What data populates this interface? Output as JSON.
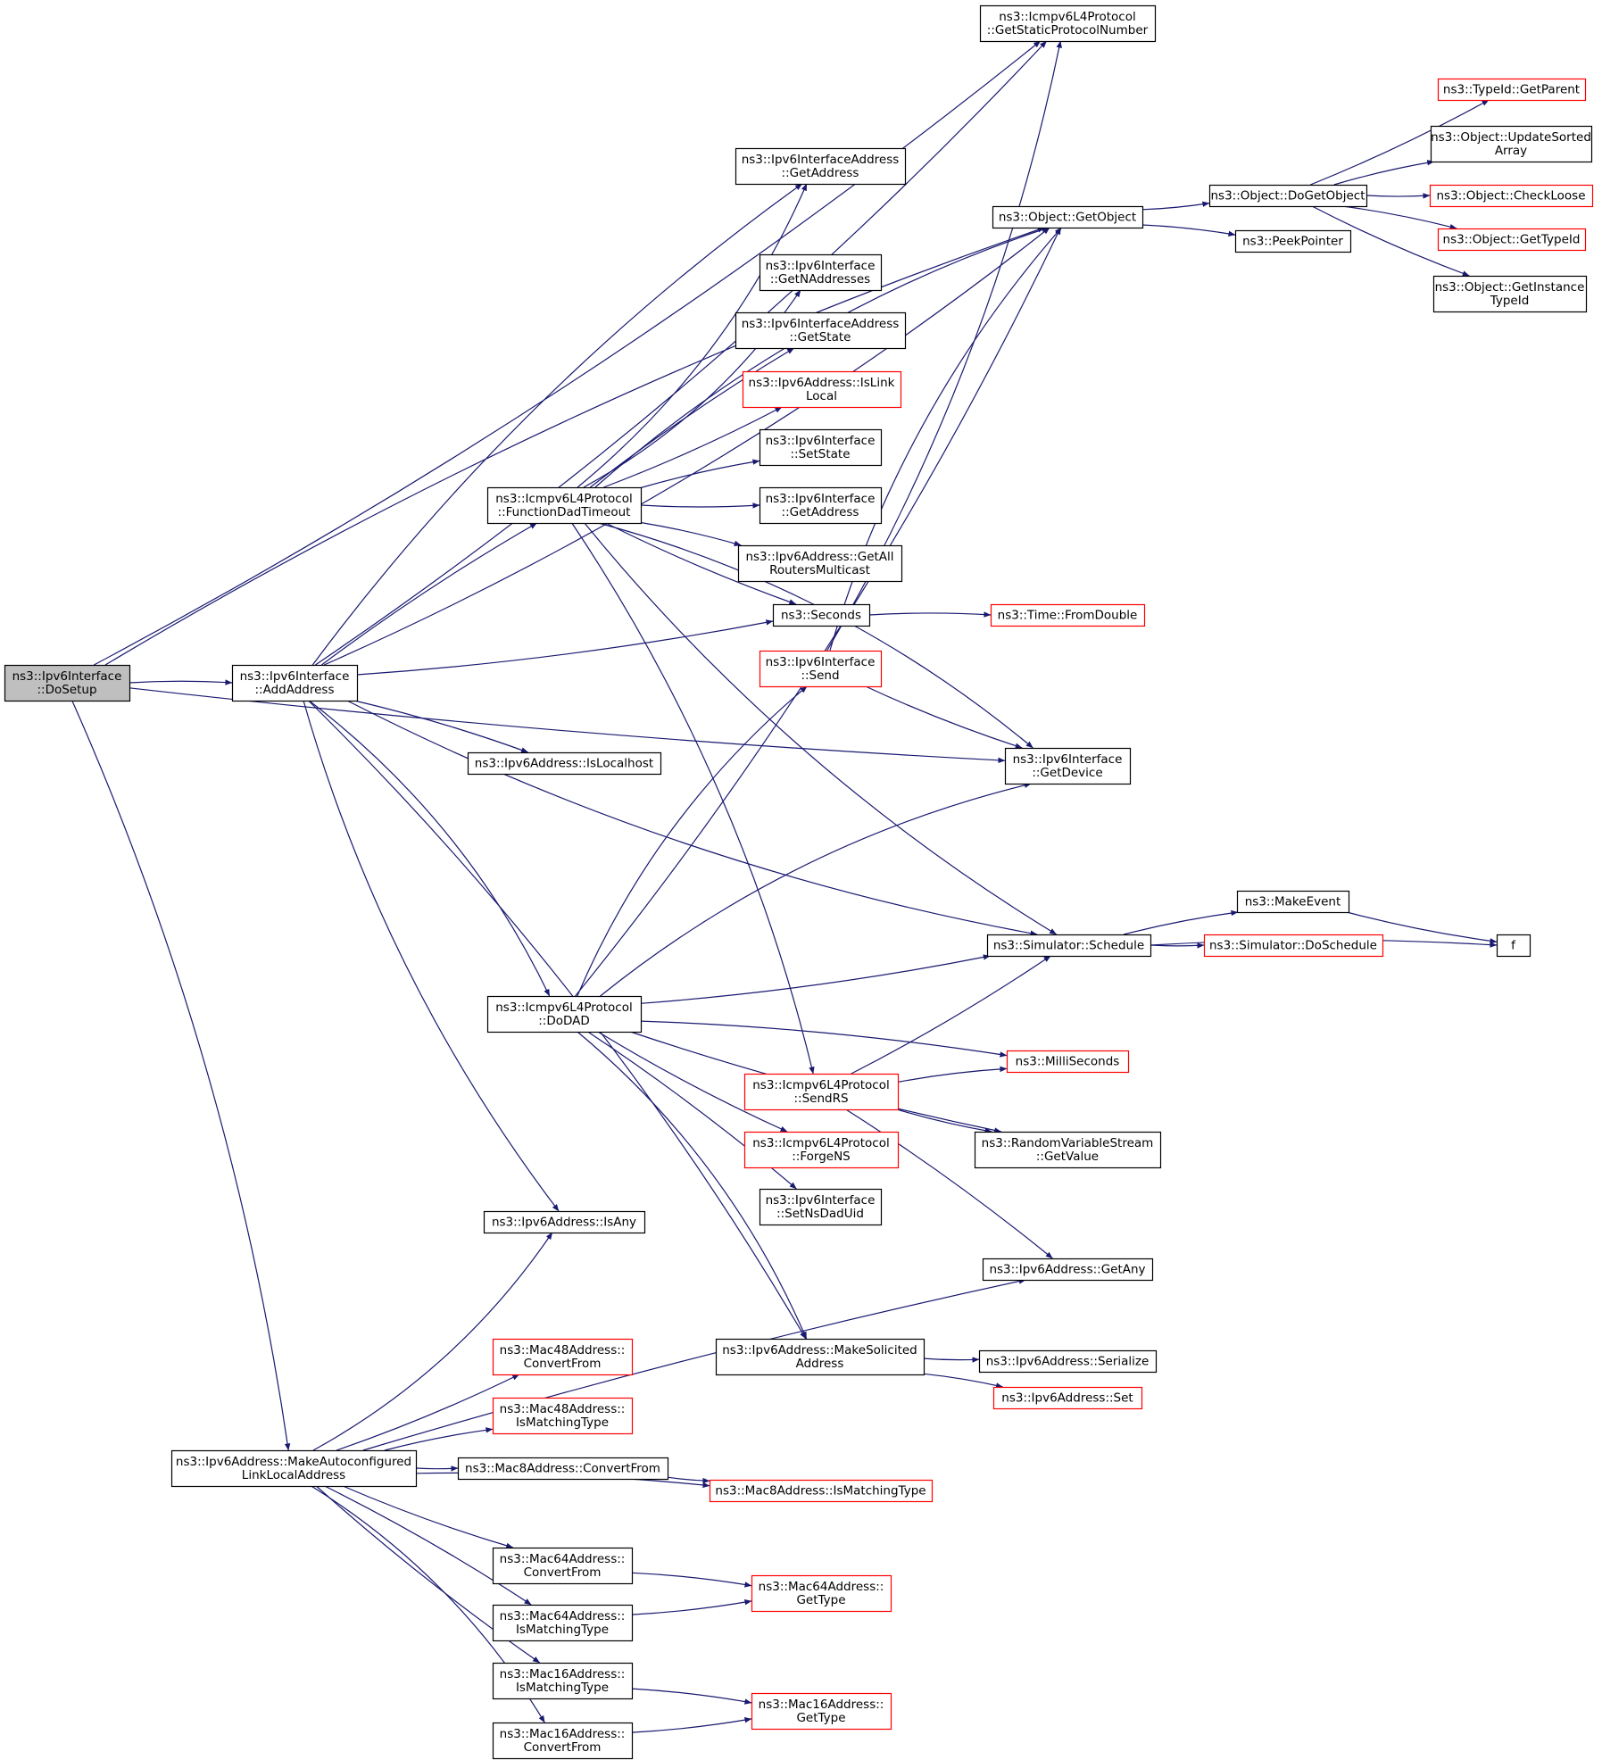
{
  "colors": {
    "edge": "#191970",
    "box_border": "#000000",
    "box_border_incomplete": "#ff0000",
    "root_fill": "#bfbfbf",
    "box_fill": "#ffffff",
    "text": "#000000"
  },
  "graph": {
    "nodes": [
      {
        "id": "dosetup",
        "lines": [
          "ns3::Ipv6Interface",
          "::DoSetup"
        ],
        "root": true,
        "incomplete": false
      },
      {
        "id": "addaddress",
        "lines": [
          "ns3::Ipv6Interface",
          "::AddAddress"
        ],
        "root": false,
        "incomplete": false
      },
      {
        "id": "getstaticproto",
        "lines": [
          "ns3::Icmpv6L4Protocol",
          "::GetStaticProtocolNumber"
        ],
        "root": false,
        "incomplete": false
      },
      {
        "id": "ifaddr_getaddress",
        "lines": [
          "ns3::Ipv6InterfaceAddress",
          "::GetAddress"
        ],
        "root": false,
        "incomplete": false
      },
      {
        "id": "getobject",
        "lines": [
          "ns3::Object::GetObject"
        ],
        "root": false,
        "incomplete": false
      },
      {
        "id": "dogetobject",
        "lines": [
          "ns3::Object::DoGetObject"
        ],
        "root": false,
        "incomplete": false
      },
      {
        "id": "getparent",
        "lines": [
          "ns3::TypeId::GetParent"
        ],
        "root": false,
        "incomplete": true
      },
      {
        "id": "updatesorted",
        "lines": [
          "ns3::Object::UpdateSorted",
          "Array"
        ],
        "root": false,
        "incomplete": false
      },
      {
        "id": "checkloose",
        "lines": [
          "ns3::Object::CheckLoose"
        ],
        "root": false,
        "incomplete": true
      },
      {
        "id": "gettypeid",
        "lines": [
          "ns3::Object::GetTypeId"
        ],
        "root": false,
        "incomplete": true
      },
      {
        "id": "getinstancetypeid",
        "lines": [
          "ns3::Object::GetInstance",
          "TypeId"
        ],
        "root": false,
        "incomplete": false
      },
      {
        "id": "peekpointer",
        "lines": [
          "ns3::PeekPointer"
        ],
        "root": false,
        "incomplete": false
      },
      {
        "id": "getnaddresses",
        "lines": [
          "ns3::Ipv6Interface",
          "::GetNAddresses"
        ],
        "root": false,
        "incomplete": false
      },
      {
        "id": "ifaddr_getstate",
        "lines": [
          "ns3::Ipv6InterfaceAddress",
          "::GetState"
        ],
        "root": false,
        "incomplete": false
      },
      {
        "id": "islinklocal",
        "lines": [
          "ns3::Ipv6Address::IsLink",
          "Local"
        ],
        "root": false,
        "incomplete": true
      },
      {
        "id": "setstate",
        "lines": [
          "ns3::Ipv6Interface",
          "::SetState"
        ],
        "root": false,
        "incomplete": false
      },
      {
        "id": "if_getaddress",
        "lines": [
          "ns3::Ipv6Interface",
          "::GetAddress"
        ],
        "root": false,
        "incomplete": false
      },
      {
        "id": "functiondad",
        "lines": [
          "ns3::Icmpv6L4Protocol",
          "::FunctionDadTimeout"
        ],
        "root": false,
        "incomplete": false
      },
      {
        "id": "getallrouters",
        "lines": [
          "ns3::Ipv6Address::GetAll",
          "RoutersMulticast"
        ],
        "root": false,
        "incomplete": false
      },
      {
        "id": "seconds",
        "lines": [
          "ns3::Seconds"
        ],
        "root": false,
        "incomplete": false
      },
      {
        "id": "fromdouble",
        "lines": [
          "ns3::Time::FromDouble"
        ],
        "root": false,
        "incomplete": true
      },
      {
        "id": "send",
        "lines": [
          "ns3::Ipv6Interface",
          "::Send"
        ],
        "root": false,
        "incomplete": true
      },
      {
        "id": "islocalhost",
        "lines": [
          "ns3::Ipv6Address::IsLocalhost"
        ],
        "root": false,
        "incomplete": false
      },
      {
        "id": "getdevice",
        "lines": [
          "ns3::Ipv6Interface",
          "::GetDevice"
        ],
        "root": false,
        "incomplete": false
      },
      {
        "id": "makeevent",
        "lines": [
          "ns3::MakeEvent"
        ],
        "root": false,
        "incomplete": false
      },
      {
        "id": "schedule",
        "lines": [
          "ns3::Simulator::Schedule"
        ],
        "root": false,
        "incomplete": false
      },
      {
        "id": "doschedule",
        "lines": [
          "ns3::Simulator::DoSchedule"
        ],
        "root": false,
        "incomplete": true
      },
      {
        "id": "f",
        "lines": [
          "f"
        ],
        "root": false,
        "incomplete": false
      },
      {
        "id": "dodad",
        "lines": [
          "ns3::Icmpv6L4Protocol",
          "::DoDAD"
        ],
        "root": false,
        "incomplete": false
      },
      {
        "id": "milliseconds",
        "lines": [
          "ns3::MilliSeconds"
        ],
        "root": false,
        "incomplete": true
      },
      {
        "id": "sendrs",
        "lines": [
          "ns3::Icmpv6L4Protocol",
          "::SendRS"
        ],
        "root": false,
        "incomplete": true
      },
      {
        "id": "randomgetvalue",
        "lines": [
          "ns3::RandomVariableStream",
          "::GetValue"
        ],
        "root": false,
        "incomplete": false
      },
      {
        "id": "forgens",
        "lines": [
          "ns3::Icmpv6L4Protocol",
          "::ForgeNS"
        ],
        "root": false,
        "incomplete": true
      },
      {
        "id": "setnsdaduid",
        "lines": [
          "ns3::Ipv6Interface",
          "::SetNsDadUid"
        ],
        "root": false,
        "incomplete": false
      },
      {
        "id": "isany",
        "lines": [
          "ns3::Ipv6Address::IsAny"
        ],
        "root": false,
        "incomplete": false
      },
      {
        "id": "getany",
        "lines": [
          "ns3::Ipv6Address::GetAny"
        ],
        "root": false,
        "incomplete": false
      },
      {
        "id": "makesolicited",
        "lines": [
          "ns3::Ipv6Address::MakeSolicited",
          "Address"
        ],
        "root": false,
        "incomplete": false
      },
      {
        "id": "serialize",
        "lines": [
          "ns3::Ipv6Address::Serialize"
        ],
        "root": false,
        "incomplete": false
      },
      {
        "id": "set",
        "lines": [
          "ns3::Ipv6Address::Set"
        ],
        "root": false,
        "incomplete": true
      },
      {
        "id": "mac48_convertfrom",
        "lines": [
          "ns3::Mac48Address::",
          "ConvertFrom"
        ],
        "root": false,
        "incomplete": true
      },
      {
        "id": "mac48_ismatching",
        "lines": [
          "ns3::Mac48Address::",
          "IsMatchingType"
        ],
        "root": false,
        "incomplete": true
      },
      {
        "id": "makeautoconf",
        "lines": [
          "ns3::Ipv6Address::MakeAutoconfigured",
          "LinkLocalAddress"
        ],
        "root": false,
        "incomplete": false
      },
      {
        "id": "mac8_convertfrom",
        "lines": [
          "ns3::Mac8Address::ConvertFrom"
        ],
        "root": false,
        "incomplete": false
      },
      {
        "id": "mac8_ismatching",
        "lines": [
          "ns3::Mac8Address::IsMatchingType"
        ],
        "root": false,
        "incomplete": true
      },
      {
        "id": "mac64_convertfrom",
        "lines": [
          "ns3::Mac64Address::",
          "ConvertFrom"
        ],
        "root": false,
        "incomplete": false
      },
      {
        "id": "mac64_gettype",
        "lines": [
          "ns3::Mac64Address::",
          "GetType"
        ],
        "root": false,
        "incomplete": true
      },
      {
        "id": "mac64_ismatching",
        "lines": [
          "ns3::Mac64Address::",
          "IsMatchingType"
        ],
        "root": false,
        "incomplete": false
      },
      {
        "id": "mac16_ismatching",
        "lines": [
          "ns3::Mac16Address::",
          "IsMatchingType"
        ],
        "root": false,
        "incomplete": false
      },
      {
        "id": "mac16_gettype",
        "lines": [
          "ns3::Mac16Address::",
          "GetType"
        ],
        "root": false,
        "incomplete": true
      },
      {
        "id": "mac16_convertfrom",
        "lines": [
          "ns3::Mac16Address::",
          "ConvertFrom"
        ],
        "root": false,
        "incomplete": false
      }
    ],
    "edges": [
      [
        "dosetup",
        "addaddress"
      ],
      [
        "dosetup",
        "getstaticproto"
      ],
      [
        "dosetup",
        "getobject"
      ],
      [
        "dosetup",
        "getdevice"
      ],
      [
        "dosetup",
        "makeautoconf"
      ],
      [
        "addaddress",
        "getstaticproto"
      ],
      [
        "addaddress",
        "ifaddr_getaddress"
      ],
      [
        "addaddress",
        "getobject"
      ],
      [
        "addaddress",
        "functiondad"
      ],
      [
        "addaddress",
        "seconds"
      ],
      [
        "addaddress",
        "islocalhost"
      ],
      [
        "addaddress",
        "schedule"
      ],
      [
        "addaddress",
        "dodad"
      ],
      [
        "addaddress",
        "isany"
      ],
      [
        "addaddress",
        "makesolicited"
      ],
      [
        "functiondad",
        "ifaddr_getaddress"
      ],
      [
        "functiondad",
        "getobject"
      ],
      [
        "functiondad",
        "getnaddresses"
      ],
      [
        "functiondad",
        "ifaddr_getstate"
      ],
      [
        "functiondad",
        "islinklocal"
      ],
      [
        "functiondad",
        "setstate"
      ],
      [
        "functiondad",
        "if_getaddress"
      ],
      [
        "functiondad",
        "getallrouters"
      ],
      [
        "functiondad",
        "seconds"
      ],
      [
        "functiondad",
        "getdevice"
      ],
      [
        "functiondad",
        "schedule"
      ],
      [
        "functiondad",
        "sendrs"
      ],
      [
        "getobject",
        "dogetobject"
      ],
      [
        "getobject",
        "peekpointer"
      ],
      [
        "dogetobject",
        "getparent"
      ],
      [
        "dogetobject",
        "updatesorted"
      ],
      [
        "dogetobject",
        "checkloose"
      ],
      [
        "dogetobject",
        "gettypeid"
      ],
      [
        "dogetobject",
        "getinstancetypeid"
      ],
      [
        "seconds",
        "fromdouble"
      ],
      [
        "send",
        "getstaticproto"
      ],
      [
        "send",
        "getobject"
      ],
      [
        "send",
        "getdevice"
      ],
      [
        "schedule",
        "makeevent"
      ],
      [
        "schedule",
        "doschedule"
      ],
      [
        "schedule",
        "f"
      ],
      [
        "makeevent",
        "f"
      ],
      [
        "dodad",
        "send"
      ],
      [
        "dodad",
        "getobject"
      ],
      [
        "dodad",
        "getdevice"
      ],
      [
        "dodad",
        "schedule"
      ],
      [
        "dodad",
        "milliseconds"
      ],
      [
        "dodad",
        "forgens"
      ],
      [
        "dodad",
        "setnsdaduid"
      ],
      [
        "dodad",
        "randomgetvalue"
      ],
      [
        "dodad",
        "makesolicited"
      ],
      [
        "sendrs",
        "schedule"
      ],
      [
        "sendrs",
        "milliseconds"
      ],
      [
        "sendrs",
        "randomgetvalue"
      ],
      [
        "sendrs",
        "getany"
      ],
      [
        "makesolicited",
        "serialize"
      ],
      [
        "makesolicited",
        "set"
      ],
      [
        "makeautoconf",
        "isany"
      ],
      [
        "makeautoconf",
        "getany"
      ],
      [
        "makeautoconf",
        "mac48_convertfrom"
      ],
      [
        "makeautoconf",
        "mac48_ismatching"
      ],
      [
        "makeautoconf",
        "mac8_convertfrom"
      ],
      [
        "makeautoconf",
        "mac8_ismatching"
      ],
      [
        "makeautoconf",
        "mac64_convertfrom"
      ],
      [
        "makeautoconf",
        "mac64_ismatching"
      ],
      [
        "makeautoconf",
        "mac16_ismatching"
      ],
      [
        "makeautoconf",
        "mac16_convertfrom"
      ],
      [
        "mac8_convertfrom",
        "mac8_ismatching"
      ],
      [
        "mac64_convertfrom",
        "mac64_gettype"
      ],
      [
        "mac64_ismatching",
        "mac64_gettype"
      ],
      [
        "mac16_ismatching",
        "mac16_gettype"
      ],
      [
        "mac16_convertfrom",
        "mac16_gettype"
      ]
    ]
  }
}
